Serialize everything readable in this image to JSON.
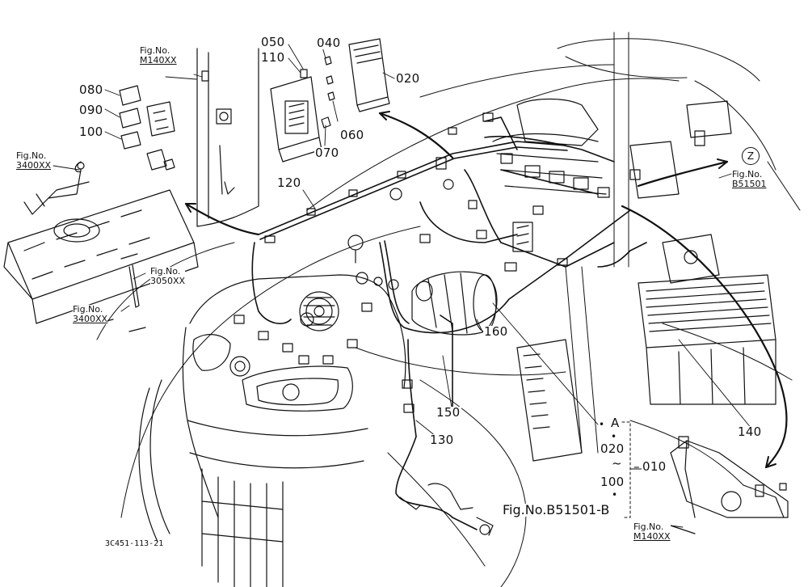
{
  "diagram": {
    "drawing_code": "3C451-113-21",
    "view_marker": "Z",
    "part_labels": {
      "p010": "010",
      "p020a": "020",
      "p020b": "020",
      "p040": "040",
      "p050": "050",
      "p060": "060",
      "p070": "070",
      "p080": "080",
      "p090": "090",
      "p100a": "100",
      "p100b": "100",
      "p110": "110",
      "p120": "120",
      "p130": "130",
      "p140": "140",
      "p150": "150",
      "p160": "160"
    },
    "group": {
      "letter": "A",
      "bullet": "•",
      "tilde": "~",
      "dash": "–"
    },
    "fig_refs": {
      "prefix": "Fig.No.",
      "m140_top": "M140XX",
      "r3400_top": "3400XX",
      "r3050": "3050XX",
      "r3400_bottom": "3400XX",
      "b51501": "B51501",
      "m140_bottom": "M140XX"
    },
    "fig_b51501_b": "Fig.No.B51501-B"
  }
}
